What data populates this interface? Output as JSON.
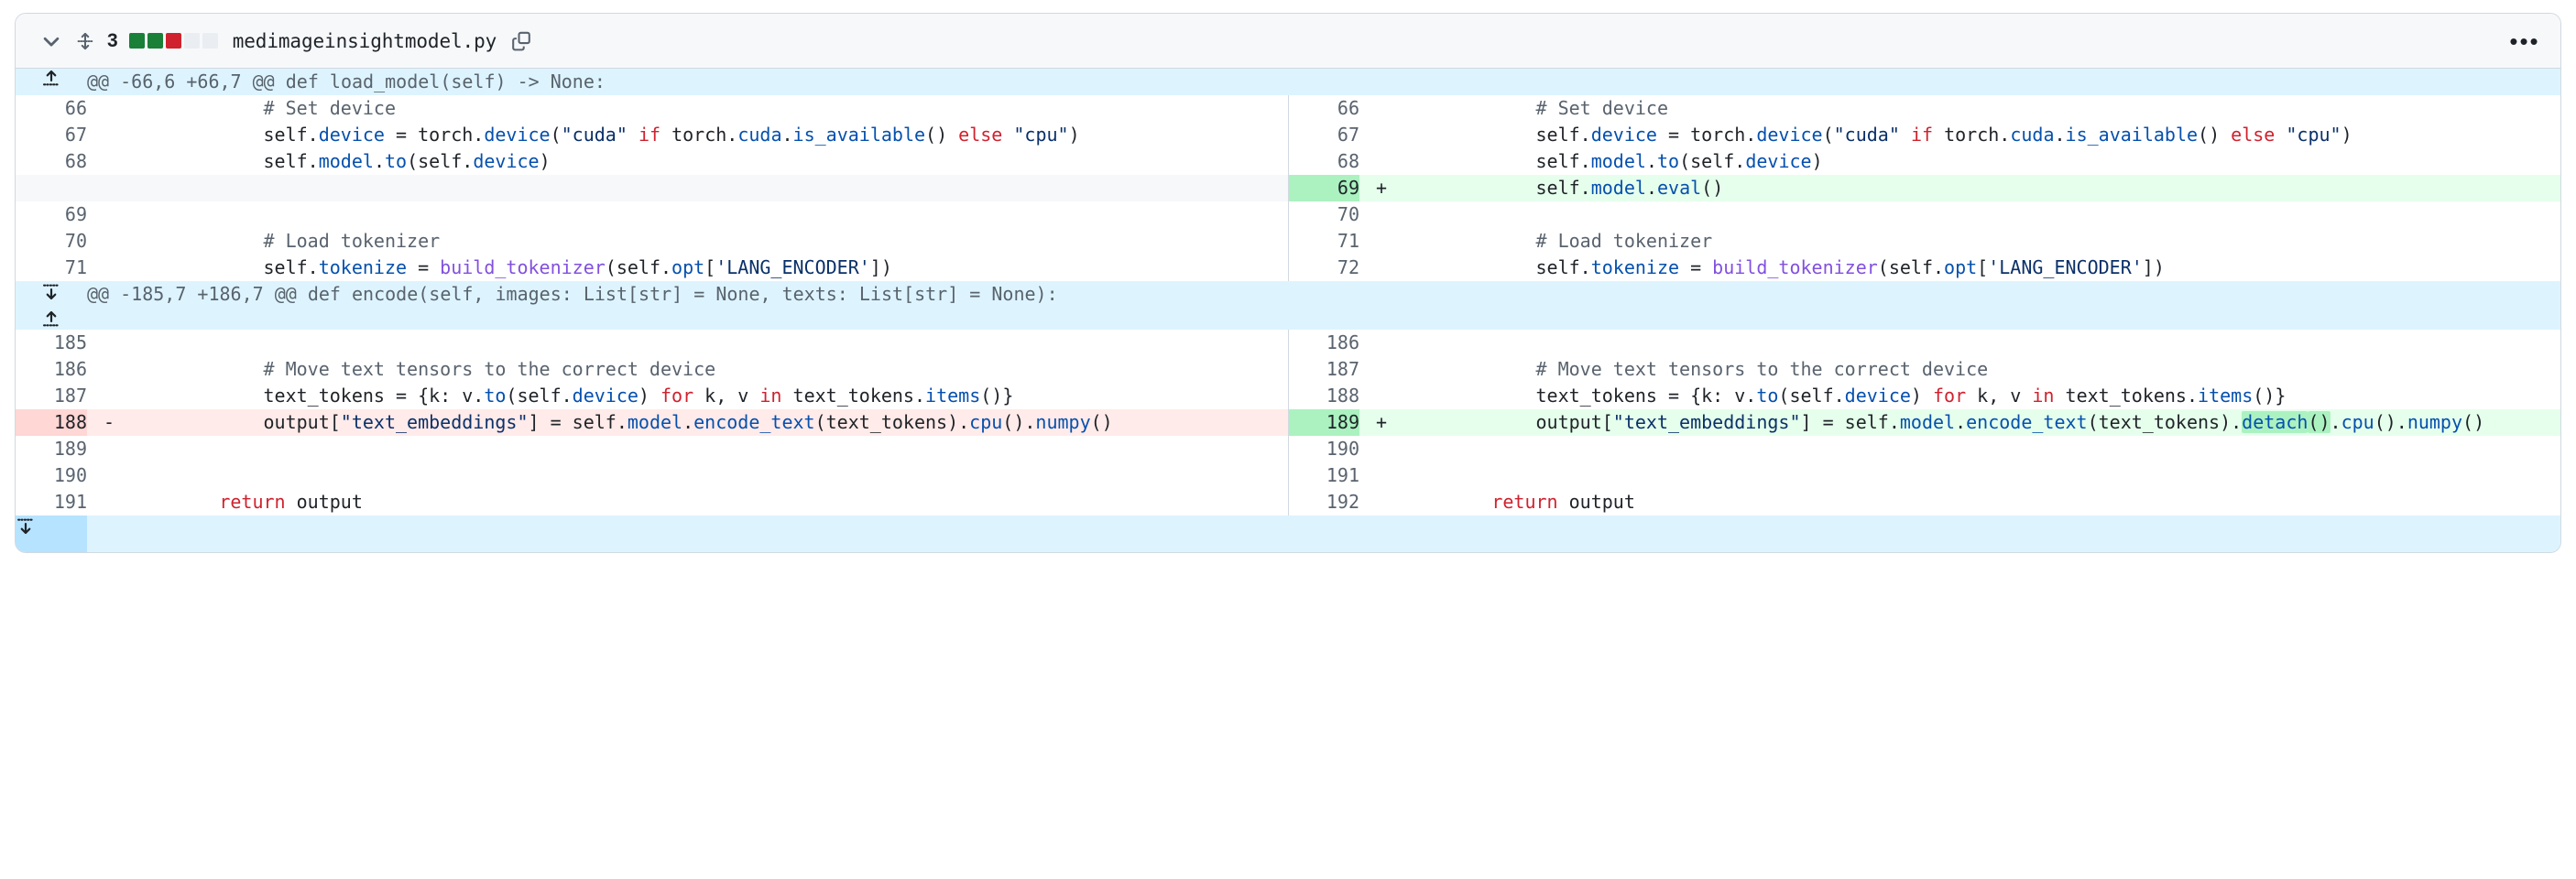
{
  "header": {
    "chevron_icon": "chevron-down-icon",
    "move_icon": "move-vertical-icon",
    "changes_count": "3",
    "diffstat_blocks": [
      "add",
      "add",
      "del",
      "neutral",
      "neutral"
    ],
    "diffstat_colors": {
      "add": "#1a7f37",
      "del": "#cf222e",
      "neutral": "#eaeef2"
    },
    "file_name": "medimageinsightmodel.py",
    "copy_icon": "copy-icon",
    "kebab_icon": "kebab-horizontal-icon",
    "kebab_label": "•••"
  },
  "hunks": [
    {
      "expand_icons": [
        "expand-up-icon"
      ],
      "header_text": "@@ -66,6 +66,7 @@ def load_model(self) -> None:",
      "rows": [
        {
          "type": "context",
          "left_num": "66",
          "right_num": "66",
          "left_sign": "",
          "right_sign": "",
          "code": [
            {
              "t": "            ",
              "c": "p"
            },
            {
              "t": "# Set device",
              "c": "c"
            }
          ]
        },
        {
          "type": "context",
          "left_num": "67",
          "right_num": "67",
          "left_sign": "",
          "right_sign": "",
          "code": [
            {
              "t": "            self.",
              "c": "p"
            },
            {
              "t": "device",
              "c": "m"
            },
            {
              "t": " = torch.",
              "c": "p"
            },
            {
              "t": "device",
              "c": "m"
            },
            {
              "t": "(",
              "c": "p"
            },
            {
              "t": "\"cuda\"",
              "c": "s"
            },
            {
              "t": " ",
              "c": "p"
            },
            {
              "t": "if",
              "c": "k"
            },
            {
              "t": " torch.",
              "c": "p"
            },
            {
              "t": "cuda",
              "c": "m"
            },
            {
              "t": ".",
              "c": "p"
            },
            {
              "t": "is_available",
              "c": "m"
            },
            {
              "t": "() ",
              "c": "p"
            },
            {
              "t": "else",
              "c": "k"
            },
            {
              "t": " ",
              "c": "p"
            },
            {
              "t": "\"cpu\"",
              "c": "s"
            },
            {
              "t": ")",
              "c": "p"
            }
          ]
        },
        {
          "type": "context",
          "left_num": "68",
          "right_num": "68",
          "left_sign": "",
          "right_sign": "",
          "code": [
            {
              "t": "            self.",
              "c": "p"
            },
            {
              "t": "model",
              "c": "m"
            },
            {
              "t": ".",
              "c": "p"
            },
            {
              "t": "to",
              "c": "m"
            },
            {
              "t": "(self.",
              "c": "p"
            },
            {
              "t": "device",
              "c": "m"
            },
            {
              "t": ")",
              "c": "p"
            }
          ]
        },
        {
          "type": "add",
          "left_num": "",
          "right_num": "69",
          "left_sign": "",
          "right_sign": "+",
          "code": [
            {
              "t": "            self.",
              "c": "p"
            },
            {
              "t": "model",
              "c": "m"
            },
            {
              "t": ".",
              "c": "p"
            },
            {
              "t": "eval",
              "c": "m"
            },
            {
              "t": "()",
              "c": "p"
            }
          ]
        },
        {
          "type": "context",
          "left_num": "69",
          "right_num": "70",
          "left_sign": "",
          "right_sign": "",
          "code": []
        },
        {
          "type": "context",
          "left_num": "70",
          "right_num": "71",
          "left_sign": "",
          "right_sign": "",
          "code": [
            {
              "t": "            ",
              "c": "p"
            },
            {
              "t": "# Load tokenizer",
              "c": "c"
            }
          ]
        },
        {
          "type": "context",
          "left_num": "71",
          "right_num": "72",
          "left_sign": "",
          "right_sign": "",
          "code": [
            {
              "t": "            self.",
              "c": "p"
            },
            {
              "t": "tokenize",
              "c": "m"
            },
            {
              "t": " = ",
              "c": "p"
            },
            {
              "t": "build_tokenizer",
              "c": "f"
            },
            {
              "t": "(self.",
              "c": "p"
            },
            {
              "t": "opt",
              "c": "m"
            },
            {
              "t": "[",
              "c": "p"
            },
            {
              "t": "'LANG_ENCODER'",
              "c": "s"
            },
            {
              "t": "])",
              "c": "p"
            }
          ]
        }
      ]
    },
    {
      "expand_icons": [
        "expand-down-icon",
        "expand-up-icon"
      ],
      "header_text": "@@ -185,7 +186,7 @@ def encode(self, images: List[str] = None, texts: List[str] = None):",
      "rows": [
        {
          "type": "context",
          "left_num": "185",
          "right_num": "186",
          "left_sign": "",
          "right_sign": "",
          "code": []
        },
        {
          "type": "context",
          "left_num": "186",
          "right_num": "187",
          "left_sign": "",
          "right_sign": "",
          "code": [
            {
              "t": "            ",
              "c": "p"
            },
            {
              "t": "# Move text tensors to the correct device",
              "c": "c"
            }
          ]
        },
        {
          "type": "context",
          "left_num": "187",
          "right_num": "188",
          "left_sign": "",
          "right_sign": "",
          "code": [
            {
              "t": "            text_tokens = {k: v.",
              "c": "p"
            },
            {
              "t": "to",
              "c": "m"
            },
            {
              "t": "(self.",
              "c": "p"
            },
            {
              "t": "device",
              "c": "m"
            },
            {
              "t": ") ",
              "c": "p"
            },
            {
              "t": "for",
              "c": "k"
            },
            {
              "t": " k, v ",
              "c": "p"
            },
            {
              "t": "in",
              "c": "k"
            },
            {
              "t": " text_tokens.",
              "c": "p"
            },
            {
              "t": "items",
              "c": "m"
            },
            {
              "t": "()}",
              "c": "p"
            }
          ]
        },
        {
          "type": "change",
          "left_num": "188",
          "right_num": "189",
          "left_sign": "-",
          "right_sign": "+",
          "left_code": [
            {
              "t": "            output[",
              "c": "p"
            },
            {
              "t": "\"text_embeddings\"",
              "c": "s"
            },
            {
              "t": "] = self.",
              "c": "p"
            },
            {
              "t": "model",
              "c": "m"
            },
            {
              "t": ".",
              "c": "p"
            },
            {
              "t": "encode_text",
              "c": "m"
            },
            {
              "t": "(text_tokens).",
              "c": "p"
            },
            {
              "t": "cpu",
              "c": "m"
            },
            {
              "t": "().",
              "c": "p"
            },
            {
              "t": "numpy",
              "c": "m"
            },
            {
              "t": "()",
              "c": "p"
            }
          ],
          "right_code": [
            {
              "t": "            output[",
              "c": "p"
            },
            {
              "t": "\"text_embeddings\"",
              "c": "s"
            },
            {
              "t": "] = self.",
              "c": "p"
            },
            {
              "t": "model",
              "c": "m"
            },
            {
              "t": ".",
              "c": "p"
            },
            {
              "t": "encode_text",
              "c": "m"
            },
            {
              "t": "(text_tokens).",
              "c": "p"
            },
            {
              "t": "detach",
              "c": "m",
              "hl": "add"
            },
            {
              "t": "()",
              "c": "p",
              "hl": "add"
            },
            {
              "t": ".",
              "c": "p"
            },
            {
              "t": "cpu",
              "c": "m"
            },
            {
              "t": "().",
              "c": "p"
            },
            {
              "t": "numpy",
              "c": "m"
            },
            {
              "t": "()",
              "c": "p"
            }
          ]
        },
        {
          "type": "context",
          "left_num": "189",
          "right_num": "190",
          "left_sign": "",
          "right_sign": "",
          "code": []
        },
        {
          "type": "context",
          "left_num": "190",
          "right_num": "191",
          "left_sign": "",
          "right_sign": "",
          "code": []
        },
        {
          "type": "context",
          "left_num": "191",
          "right_num": "192",
          "left_sign": "",
          "right_sign": "",
          "code": [
            {
              "t": "        ",
              "c": "p"
            },
            {
              "t": "return",
              "c": "k"
            },
            {
              "t": " output",
              "c": "p"
            }
          ]
        }
      ]
    }
  ],
  "footer": {
    "expand_icon": "expand-down-icon"
  }
}
